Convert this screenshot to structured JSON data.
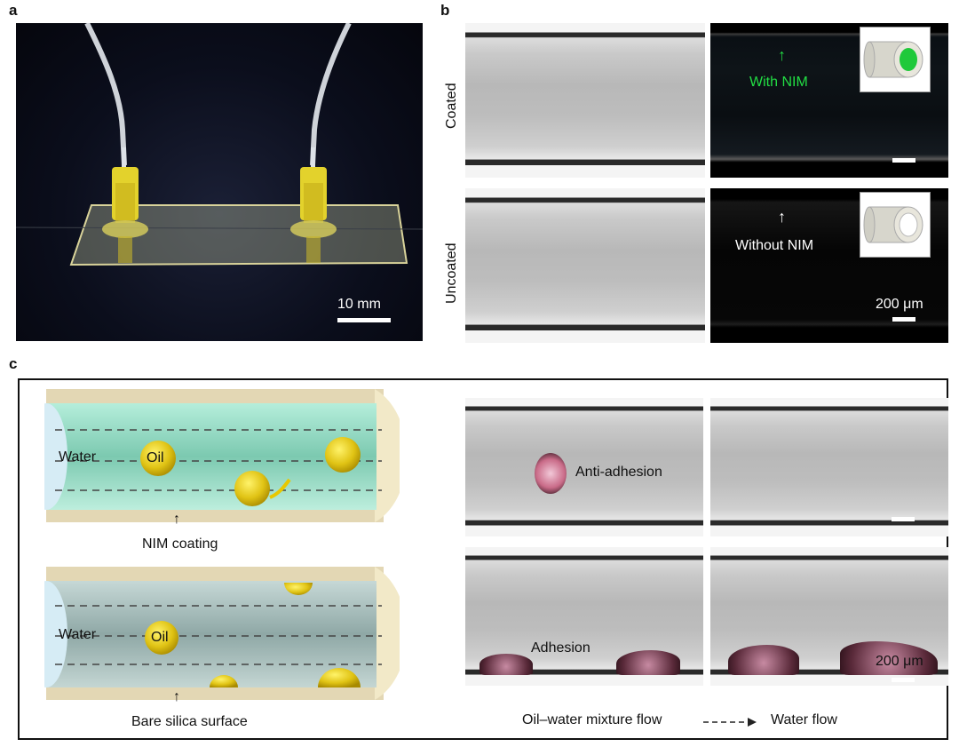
{
  "panels": {
    "a": {
      "letter": "a",
      "scale_label": "10 mm"
    },
    "b": {
      "letter": "b",
      "row_labels": [
        "Coated",
        "Uncoated"
      ],
      "with_nim": "With NIM",
      "without_nim": "Without NIM",
      "scale_label": "200 μm",
      "colors": {
        "nim_green": "#22dd44",
        "inset_green": "#1fc93a"
      }
    },
    "c": {
      "letter": "c",
      "top_schematic": {
        "water": "Water",
        "oil": "Oil",
        "coating_label": "NIM coating"
      },
      "bottom_schematic": {
        "water": "Water",
        "oil": "Oil",
        "surface_label": "Bare silica surface"
      },
      "anti_adhesion": "Anti-adhesion",
      "adhesion": "Adhesion",
      "scale_label": "200 μm",
      "legend": {
        "mixture_flow": "Oil–water mixture flow",
        "water_flow": "Water flow"
      }
    }
  }
}
